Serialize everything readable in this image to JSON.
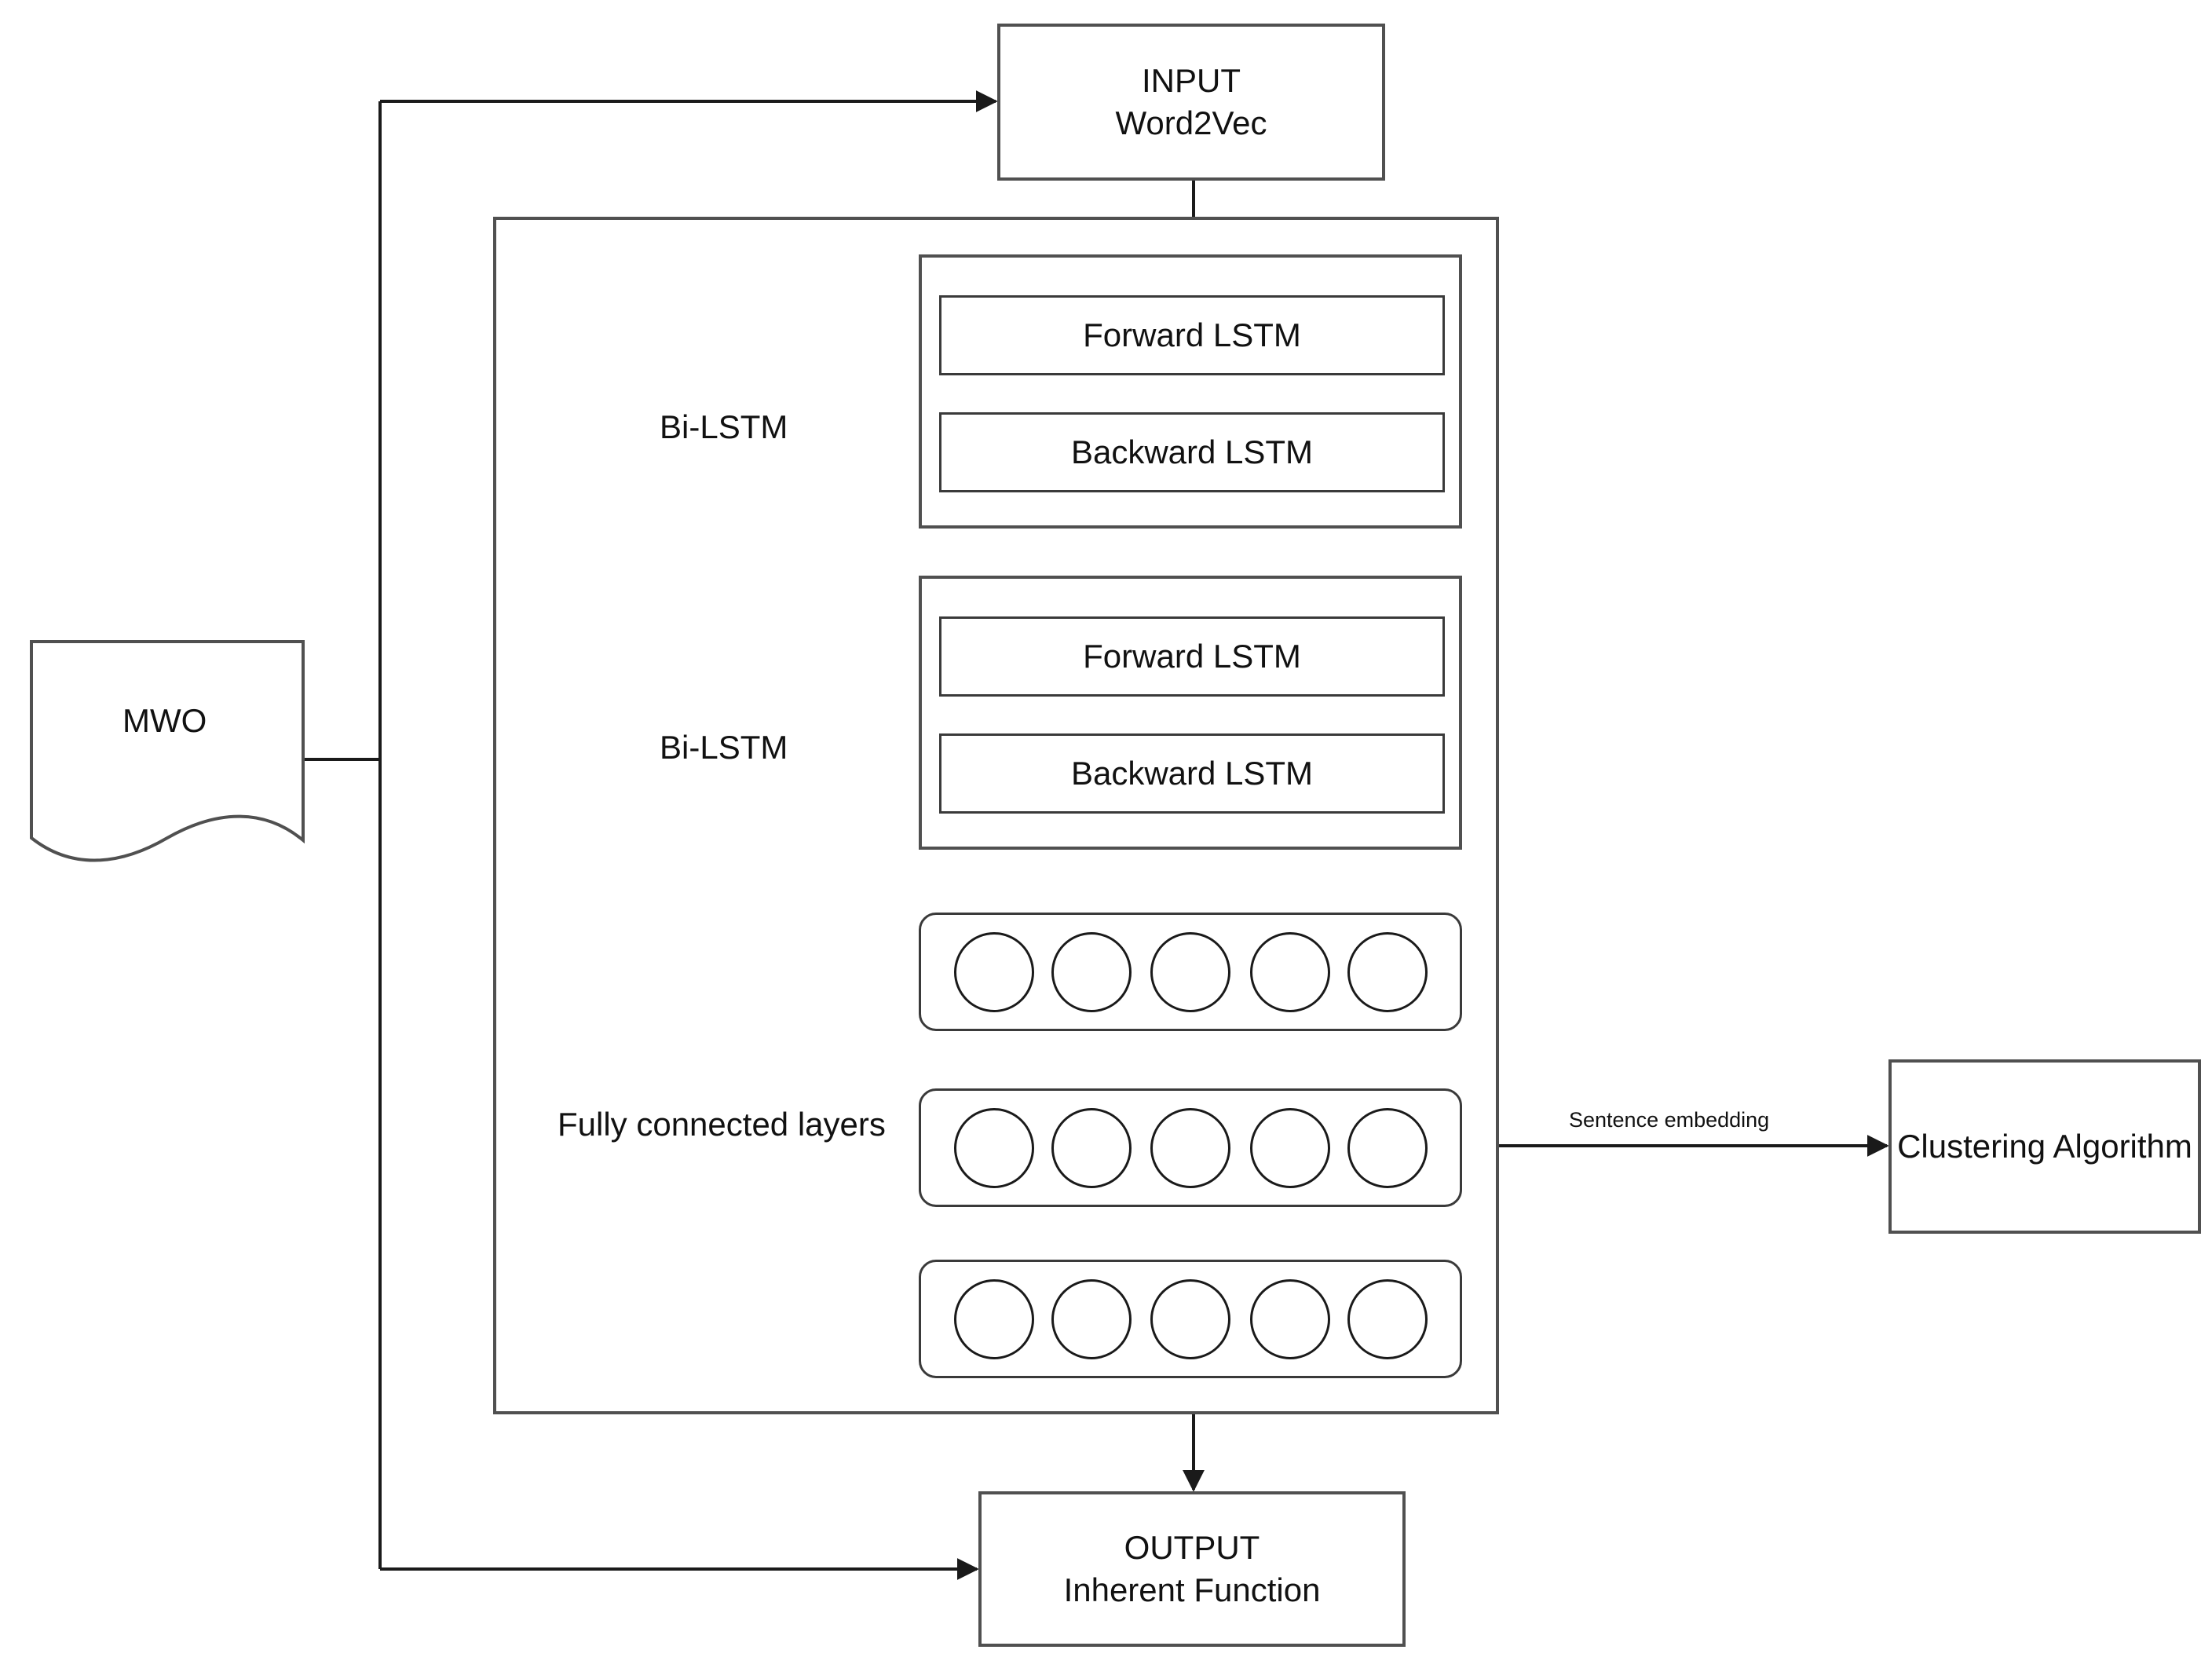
{
  "diagram": {
    "input": {
      "title": "INPUT",
      "subtitle": "Word2Vec"
    },
    "output": {
      "title": "OUTPUT",
      "subtitle": "Inherent Function"
    },
    "source_document": {
      "label": "MWO"
    },
    "bilstm_blocks": [
      {
        "label": "Bi-LSTM",
        "forward": "Forward LSTM",
        "backward": "Backward LSTM"
      },
      {
        "label": "Bi-LSTM",
        "forward": "Forward LSTM",
        "backward": "Backward LSTM"
      }
    ],
    "fc_label": "Fully connected layers",
    "fc_layers": [
      {
        "nodes": 5
      },
      {
        "nodes": 5
      },
      {
        "nodes": 5
      }
    ],
    "edge_label": "Sentence embedding",
    "clustering": {
      "label": "Clustering Algorithm"
    }
  }
}
